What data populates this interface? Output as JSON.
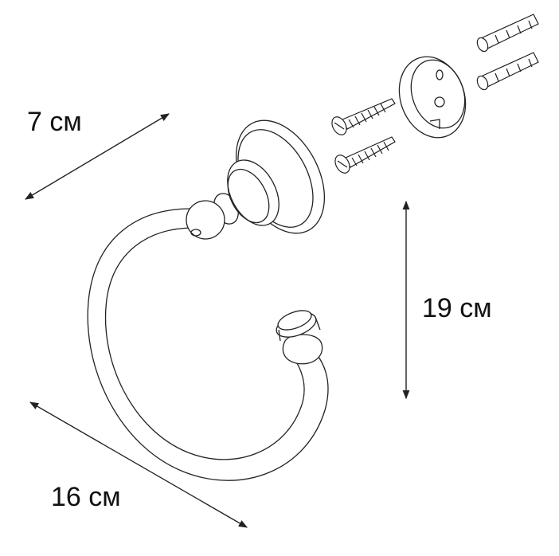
{
  "dimensions": {
    "depth": "7 см",
    "height": "19 см",
    "width": "16 см"
  },
  "colors": {
    "line": "#222222",
    "background": "#ffffff"
  }
}
